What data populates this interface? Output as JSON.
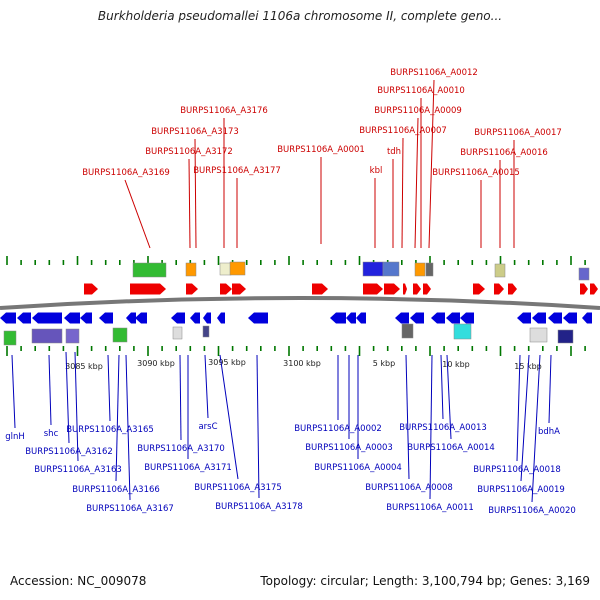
{
  "title": "Burkholderia pseudomallei 1106a chromosome II, complete geno...",
  "footer": {
    "accession": "Accession: NC_009078",
    "summary": "Topology: circular; Length: 3,100,794 bp; Genes: 3,169"
  },
  "colors": {
    "top_label": "#cc0000",
    "bottom_label": "#0000bb",
    "forward_gene": "#ee0000",
    "reverse_gene": "#0000dd",
    "ruler_tick": "#007700",
    "backbone": "#777777"
  },
  "scale_labels": [
    "3085 kbp",
    "3090 kbp",
    "3095 kbp",
    "3100 kbp",
    "5 kbp",
    "10 kbp",
    "15 kbp"
  ],
  "top_labels": [
    "BURPS1106A_A3169",
    "BURPS1106A_A3172",
    "BURPS1106A_A3173",
    "BURPS1106A_A3176",
    "BURPS1106A_A3177",
    "BURPS1106A_A0001",
    "kbl",
    "tdh",
    "BURPS1106A_A0007",
    "BURPS1106A_A0009",
    "BURPS1106A_A0010",
    "BURPS1106A_A0012",
    "BURPS1106A_A0015",
    "BURPS1106A_A0016",
    "BURPS1106A_A0017"
  ],
  "bottom_labels": [
    "glnH",
    "shc",
    "BURPS1106A_A3162",
    "BURPS1106A_A3163",
    "BURPS1106A_A3165",
    "BURPS1106A_A3166",
    "BURPS1106A_A3167",
    "BURPS1106A_A3170",
    "BURPS1106A_A3171",
    "arsC",
    "BURPS1106A_A3175",
    "BURPS1106A_A3178",
    "BURPS1106A_A0002",
    "BURPS1106A_A0003",
    "BURPS1106A_A0004",
    "BURPS1106A_A0008",
    "BURPS1106A_A0011",
    "BURPS1106A_A0013",
    "BURPS1106A_A0014",
    "BURPS1106A_A0018",
    "BURPS1106A_A0019",
    "BURPS1106A_A0020",
    "bdhA"
  ]
}
